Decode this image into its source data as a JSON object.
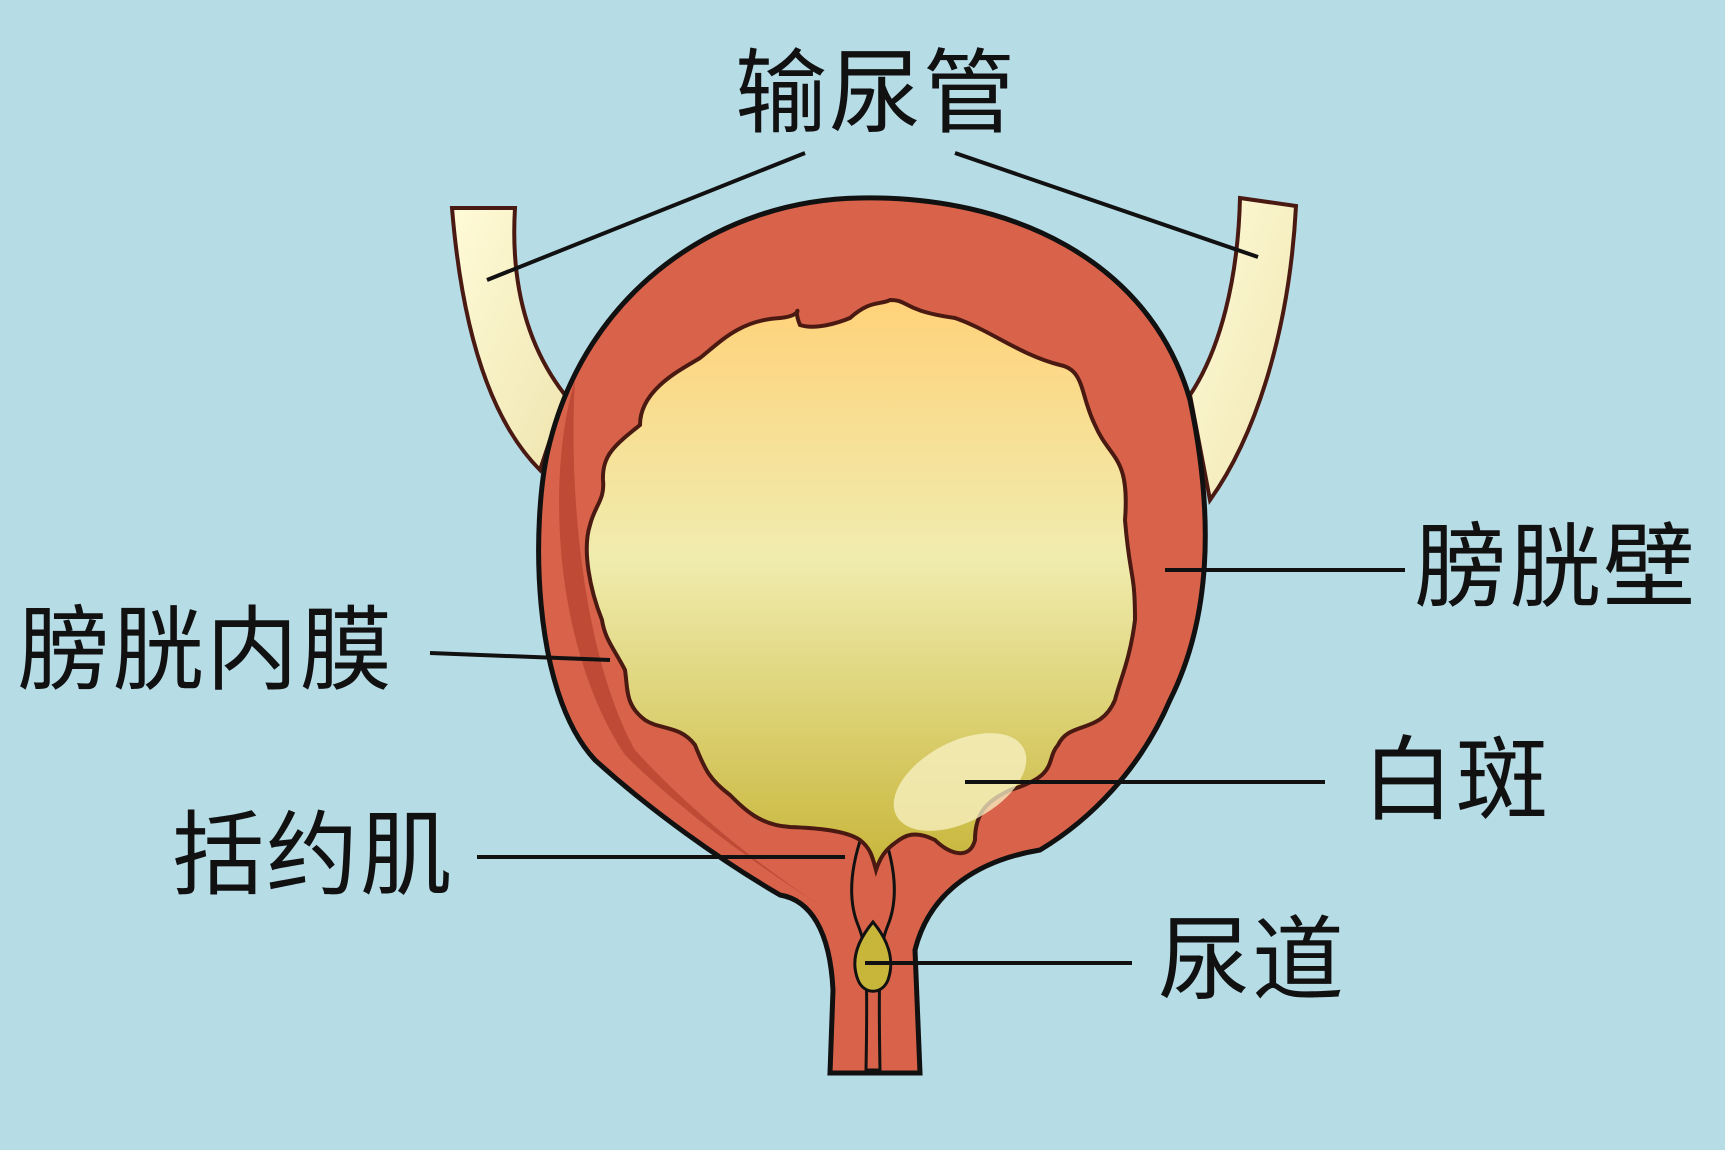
{
  "labels": {
    "ureter": "输尿管",
    "bladder_wall": "膀胱壁",
    "bladder_mucosa": "膀胱内膜",
    "white_patch": "白斑",
    "sphincter": "括约肌",
    "urethra": "尿道"
  },
  "colors": {
    "background": "#b6dce6",
    "wall": "#d9634a",
    "wall_shadow": "#bf4a36",
    "ureter": "#fff8c8",
    "urine_top": "#ffd27a",
    "urine_mid": "#f0ecae",
    "urine_bottom": "#c8b63a",
    "outline": "#111111",
    "patch": "#f8f1c6"
  }
}
